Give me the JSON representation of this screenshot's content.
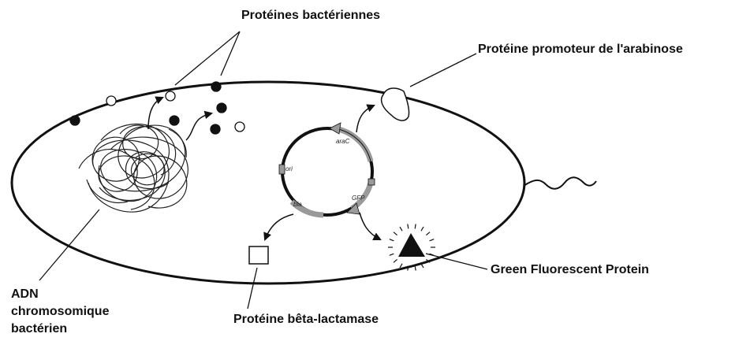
{
  "labels": {
    "bacterial_proteins": "Protéines bactériennes",
    "arabinose_promoter_protein": "Protéine promoteur de l'arabinose",
    "green_fluorescent_protein": "Green Fluorescent Protein",
    "beta_lactamase_protein": "Protéine bêta-lactamase",
    "chromosomal_dna_line1": "ADN",
    "chromosomal_dna_line2": "chromosomique",
    "chromosomal_dna_line3": "bactérien"
  },
  "plasmid_genes": {
    "arac": "araC",
    "ori": "ori",
    "bla": "bla",
    "gfp": "GFP"
  },
  "colors": {
    "outline": "#111111",
    "gene_segment": "#9a9a9a",
    "background": "#ffffff"
  }
}
